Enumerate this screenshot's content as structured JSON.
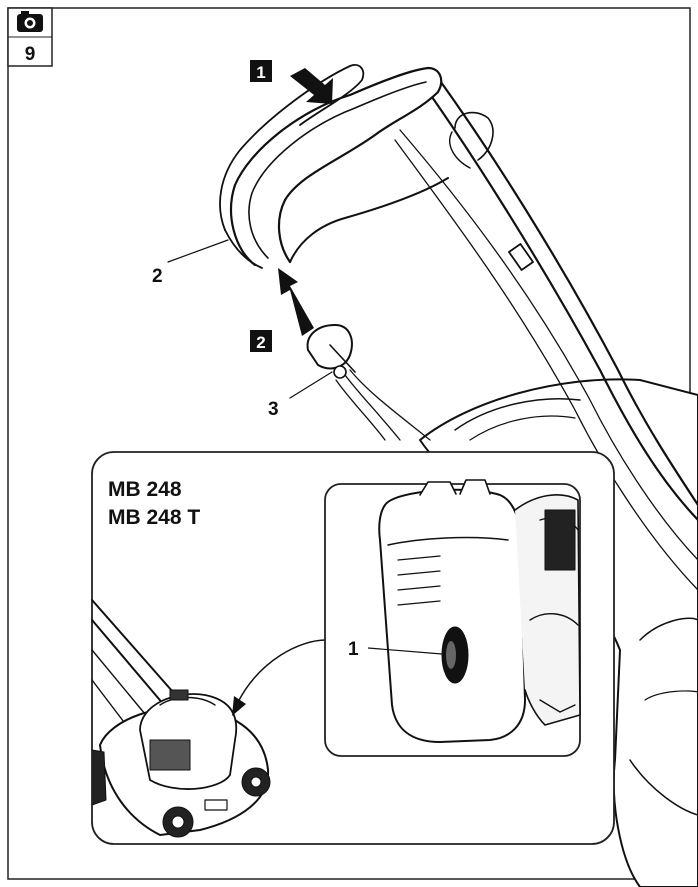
{
  "figure": {
    "number": "9",
    "corner_icon": "camera-icon"
  },
  "steps": {
    "step1": "1",
    "step2": "2"
  },
  "callouts": {
    "handle_bar": "2",
    "cable_grip": "3",
    "inset_part": "1"
  },
  "inset": {
    "model_line1": "MB 248",
    "model_line2": "MB 248 T"
  }
}
